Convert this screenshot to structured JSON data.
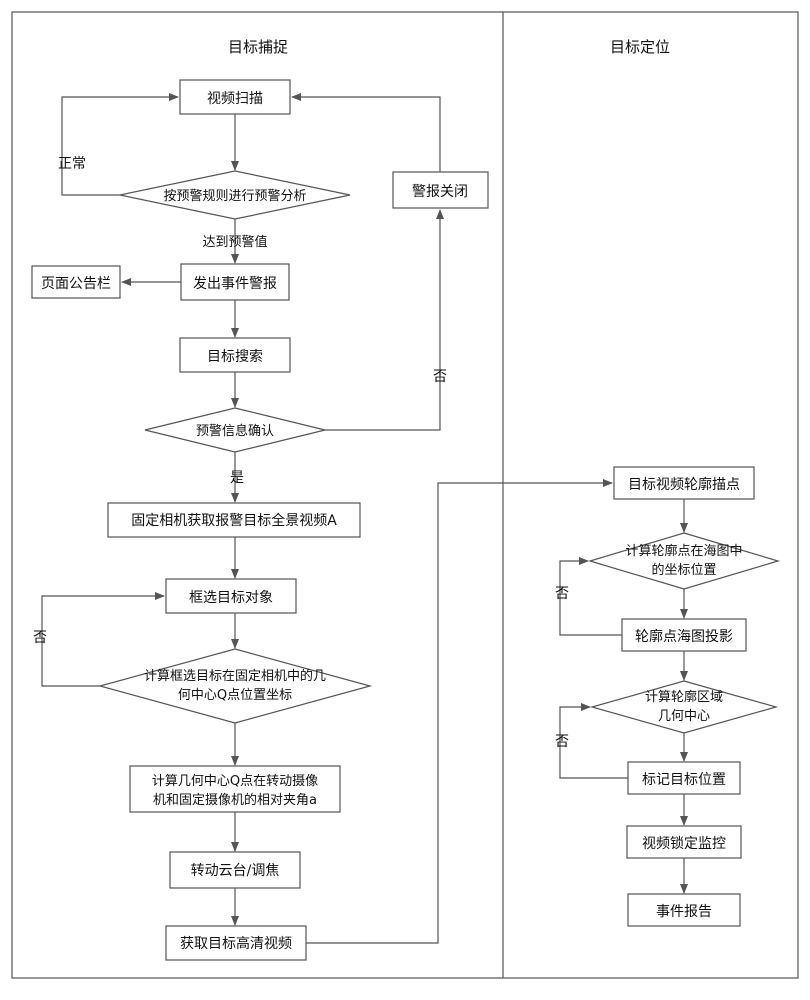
{
  "lanes": {
    "capture_title": "目标捕捉",
    "locate_title": "目标定位"
  },
  "capture": {
    "video_scan": "视频扫描",
    "rule_analysis": "按预警规则进行预警分析",
    "alarm_close": "警报关闭",
    "normal_label": "正常",
    "reach_threshold_label": "达到预警值",
    "page_bulletin": "页面公告栏",
    "issue_alarm": "发出事件警报",
    "target_search": "目标搜索",
    "no_label_1": "否",
    "confirm_info": "预警信息确认",
    "yes_label": "是",
    "fixed_camera_line1": "固定相机获取报警目标全景视频A",
    "select_target": "框选目标对象",
    "no_label_2": "否",
    "compute_center_line1": "计算框选目标在固定相机中的几",
    "compute_center_line2": "何中心Q点位置坐标",
    "compute_angle_line1": "计算几何中心Q点在转动摄像",
    "compute_angle_line2": "机和固定摄像机的相对夹角a",
    "rotate_ptz": "转动云台/调焦",
    "get_hd_video": "获取目标高清视频"
  },
  "locate": {
    "contour_points": "目标视频轮廓描点",
    "compute_coords_line1": "计算轮廓点在海图中",
    "compute_coords_line2": "的坐标位置",
    "no_label_3": "否",
    "chart_projection": "轮廓点海图投影",
    "compute_region_line1": "计算轮廓区域",
    "compute_region_line2": "几何中心",
    "no_label_4": "否",
    "mark_position": "标记目标位置",
    "video_lock": "视频锁定监控",
    "event_report": "事件报告"
  }
}
